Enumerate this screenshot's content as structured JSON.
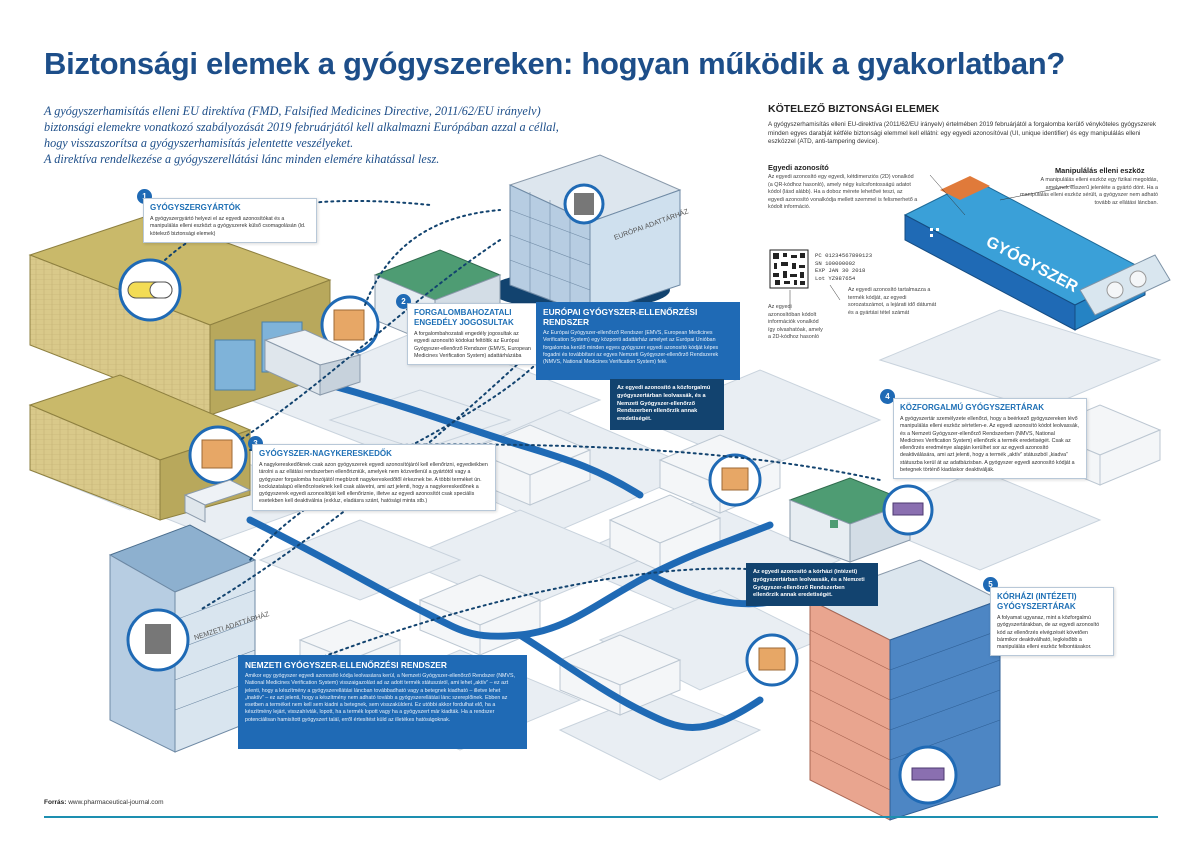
{
  "title": "Biztonsági elemek a gyógyszereken: hogyan működik a gyakorlatban?",
  "intro": [
    "A gyógyszerhamisítás elleni EU direktíva (FMD, Falsified Medicines Directive, 2011/62/EU irányelv)",
    "biztonsági elemekre vonatkozó szabályozását 2019 februárjától kell alkalmazni Európában azzal a céllal,",
    "hogy visszaszorítsa a gyógyszerhamisítás jelentette veszélyeket.",
    "A direktíva rendelkezése a gyógyszerellátási lánc minden elemére kihatással lesz."
  ],
  "mandatory": {
    "title": "KÖTELEZŐ BIZTONSÁGI ELEMEK",
    "text": "A gyógyszerhamisítás elleni EU-direktíva (2011/62/EU irányelv) értelmében 2019 februárjától a forgalomba kerülő vényköteles gyógyszerek minden egyes darabját kétféle biztonsági elemmel kell ellátni: egy egyedi azonosítóval (UI, unique identifier) és egy manipulálás elleni eszközzel (ATD, anti-tampering device).",
    "ui_title": "Egyedi azonosító",
    "ui_text": "Az egyedi azonosító egy egyedi, kétdimenziós (2D) vonalkód (a QR-kódhoz hasonló), amely négy kulcsfontosságú adatot kódol (lásd alább). Ha a doboz mérete lehetővé teszi, az egyedi azonosító vonalkódja mellett szemmel is felismerhető a kódolt információ.",
    "atd_title": "Manipulálás elleni eszköz",
    "atd_text": "A manipulálás elleni eszköz egy fizikai megoldás, amelynek ésszerű jelenléte a gyártó dönt. Ha a manipulálás elleni eszköz sérült, a gyógyszer nem adható tovább az ellátási láncban.",
    "code_lines": [
      "PC  01234567890123",
      "SN  100000002",
      "EXP JAN 30 2018",
      "Lot YZ987654"
    ],
    "code_note_left": "Az egyedi azonosítóban kódolt információk vonalkód így olvashatóak, amely a 2D-kódhoz hasonló",
    "code_note_right": "Az egyedi azonosító tartalmazza a termék kódját, az egyedi sorozatszámot, a lejárati idő dátumát és a gyártási tétel számát",
    "pack_label": "GYÓGYSZER"
  },
  "steps": [
    {
      "num": "1",
      "title": "GYÓGYSZERGYÁRTÓK",
      "text": "A gyógyszergyártó helyezi el az egyedi azonosítókat és a manipulálás elleni eszközt a gyógyszerek külső csomagolásán (ld. kötelező biztonsági elemek)"
    },
    {
      "num": "2",
      "title": "FORGALOMBAHOZATALI ENGEDÉLY JOGOSULTAK",
      "text": "A forgalombahozatali engedély jogosultak az egyedi azonosító kódokat feltöltik az Európai Gyógyszer-ellenőrző Rendszer (EMVS, European Medicines Verification System) adattárházába"
    },
    {
      "num": "3",
      "title": "GYÓGYSZER-NAGYKERESKEDŐK",
      "text": "A nagykereskedőknek csak azon gyógyszerek egyedi azonosítójáról kell ellenőrizni, egyedieikben tárolni a az ellátási rendszerben ellenőrizniük, amelyek nem közvetlenül a gyártótól vagy a gyógyszer forgalomba hozójától megbízott nagykereskedőtől érkeznek be. A többi terméket ún. kockázatalapú ellenőrzéseknek kell csak alávetni, ami azt jelenti, hogy a nagykereskedőnek a gyógyszerek egyedi azonosítóját kell ellenőriznie, illetve az egyedi azonosítót csak speciális esetekben kell deaktiválnia (exkluz, eladásra szánt, hatósági minta stb.)"
    },
    {
      "num": "4",
      "title": "KÖZFORGALMÚ GYÓGYSZERTÁRAK",
      "text": "A gyógyszertár személyzete ellenőrzi, hogy a beérkező gyógyszereken lévő manipulálás elleni eszköz sértetlen-e. Az egyedi azonosító kódot leolvassák, és a Nemzeti Gyógyszer-ellenőrző Rendszerben (NMVS, National Medicines Verification System) ellenőrzik a termék eredetiségét. Csak az ellenőrzés eredménye alapján kerülhet sor az egyedi azonosító deaktiválására, ami azt jelenti, hogy a termék „aktív” státuszból „kiadva” státuszba kerül át az adatbázisban. A gyógyszer egyedi azonosító kódját a betegnek történő kiadáskor deaktiválják."
    },
    {
      "num": "5",
      "title": "KÓRHÁZI (INTÉZETI) GYÓGYSZERTÁRAK",
      "text": "A folyamat ugyanaz, mint a közforgalmú gyógyszertárakban, de az egyedi azonosító kód az ellenőrzés elvégzését követően bármikor deaktiválható, legkésőbb a manipulálás elleni eszköz felbontásakor."
    }
  ],
  "emvs": {
    "title": "EURÓPAI GYÓGYSZER-ELLENŐRZÉSI RENDSZER",
    "text": "Az Európai Gyógyszer-ellenőrző Rendszer (EMVS, European Medicines Verification System) egy központi adattárház amelyet az Európai Unióban forgalomba kerülő minden egyes gyógyszer egyedi azonosító kódját képes fogadni és továbbítani az egyes Nemzeti Gyógyszer-ellenőrző Rendszerek (NMVS, National Medicines Verification System) felé."
  },
  "nmvs": {
    "title": "NEMZETI GYÓGYSZER-ELLENŐRZÉSI RENDSZER",
    "text": "Amikor egy gyógyszer egyedi azonosító kódja leolvasásra kerül, a Nemzeti Gyógyszer-ellenőrző Rendszer (NMVS, National Medicines Verification System) visszaigazolást ad az adott termék státuszáról, ami lehet „aktív” – ez azt jelenti, hogy a készítmény a gyógyszerellátási láncban továbbadható vagy a betegnek kiadható – illetve lehet „inaktív” – ez azt jelenti, hogy a készítmény nem adható tovább a gyógyszerellátási lánc szereplőinek. Ebben az esetben a terméket nem kell sem kiadni a betegnek, sem visszaküldeni. Ez utóbbi akkor fordulhat elő, ha a készítmény lejárt, visszahívták, lopott, ha a termék lopott vagy ha a gyógyszert már kiadták. Ha a rendszer potenciálisan hamisított gyógyszert talál, erről értesítést küld az illetékes hatóságoknak."
  },
  "note_public": "Az egyedi azonosító a közforgalmú gyógyszertárban leolvassák, és a Nemzeti Gyógyszer-ellenőrző Rendszerben ellenőrzik annak eredetiségét.",
  "note_hospital": "Az egyedi azonosító a kórházi (intézeti) gyógyszertárban leolvassák, és a Nemzeti Gyógyszer-ellenőrző Rendszerben ellenőrzik annak eredetiségét.",
  "building_eu": "EURÓPAI ADATTÁRHÁZ",
  "building_nat": "NEMZETI ADATTÁRHÁZ",
  "source_label": "Forrás:",
  "source": "www.pharmaceutical-journal.com"
}
